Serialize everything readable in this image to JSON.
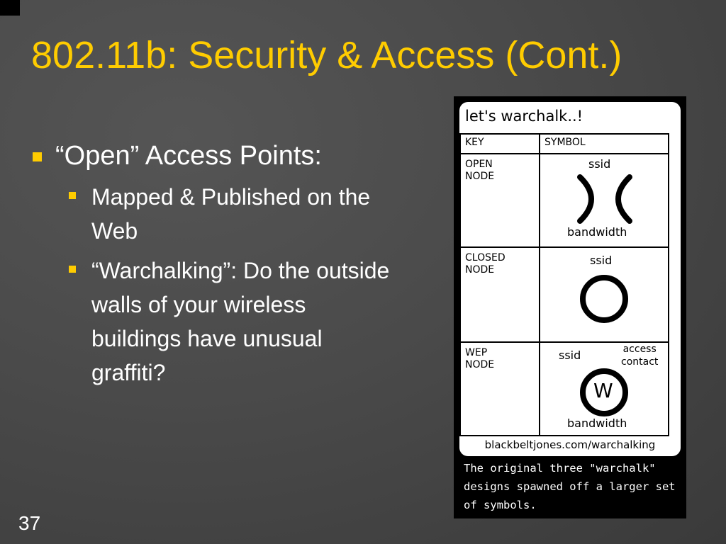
{
  "slide": {
    "title": "802.11b: Security & Access (Cont.)",
    "number": "37",
    "accent_color": "#ffcc00",
    "text_color": "#ffffff"
  },
  "bullets": {
    "l1": "“Open” Access Points:",
    "l2a": "Mapped & Published on the Web",
    "l2b": "“Warchalking”: Do the outside walls of your wireless buildings have unusual graffiti?"
  },
  "warchalk_card": {
    "title": "let's warchalk..!",
    "col_key": "KEY",
    "col_symbol": "SYMBOL",
    "rows": [
      {
        "key": "OPEN\nNODE",
        "top_label": "ssid",
        "bottom_label": "bandwidth",
        "icon": "open-node-icon"
      },
      {
        "key": "CLOSED\nNODE",
        "top_label": "ssid",
        "icon": "closed-node-icon"
      },
      {
        "key": "WEP\nNODE",
        "top_label": "ssid",
        "side_label": "access\ncontact",
        "letter": "W",
        "bottom_label": "bandwidth",
        "icon": "wep-node-icon"
      }
    ],
    "url": "blackbeltjones.com/warchalking",
    "caption": "The original three \"warchalk\" designs spawned off a larger set of symbols."
  }
}
